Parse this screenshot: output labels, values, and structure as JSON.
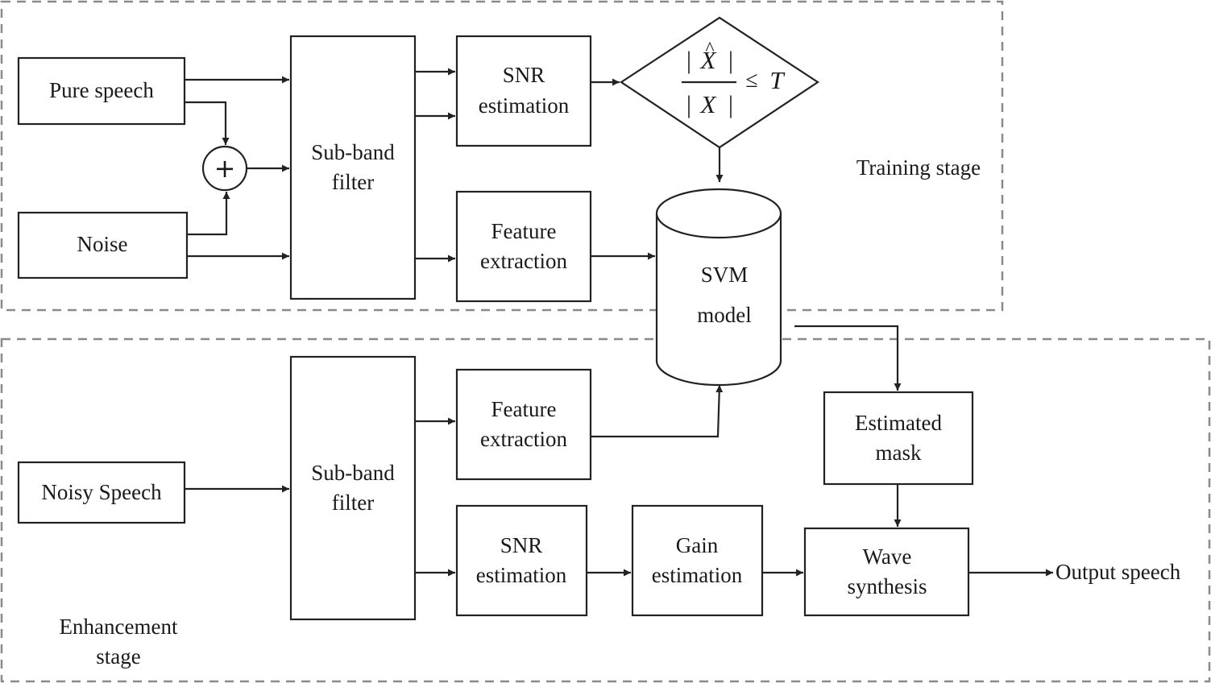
{
  "stages": {
    "training": "Training stage",
    "enhancement_line1": "Enhancement",
    "enhancement_line2": "stage"
  },
  "training": {
    "pure_speech": "Pure speech",
    "noise": "Noise",
    "adder_symbol": "+",
    "subband_line1": "Sub-band",
    "subband_line2": "filter",
    "snr_line1": "SNR",
    "snr_line2": "estimation",
    "feature_line1": "Feature",
    "feature_line2": "extraction",
    "decision": {
      "numerator_bar": "|",
      "numerator_var": "X",
      "hat": "^",
      "denominator_var": "X",
      "relation": "≤",
      "threshold": "T"
    },
    "svm_line1": "SVM",
    "svm_line2": "model"
  },
  "enhancement": {
    "noisy_speech": "Noisy Speech",
    "subband_line1": "Sub-band",
    "subband_line2": "filter",
    "feature_line1": "Feature",
    "feature_line2": "extraction",
    "snr_line1": "SNR",
    "snr_line2": "estimation",
    "gain_line1": "Gain",
    "gain_line2": "estimation",
    "mask_line1": "Estimated",
    "mask_line2": "mask",
    "wave_line1": "Wave",
    "wave_line2": "synthesis",
    "output": "Output speech"
  }
}
